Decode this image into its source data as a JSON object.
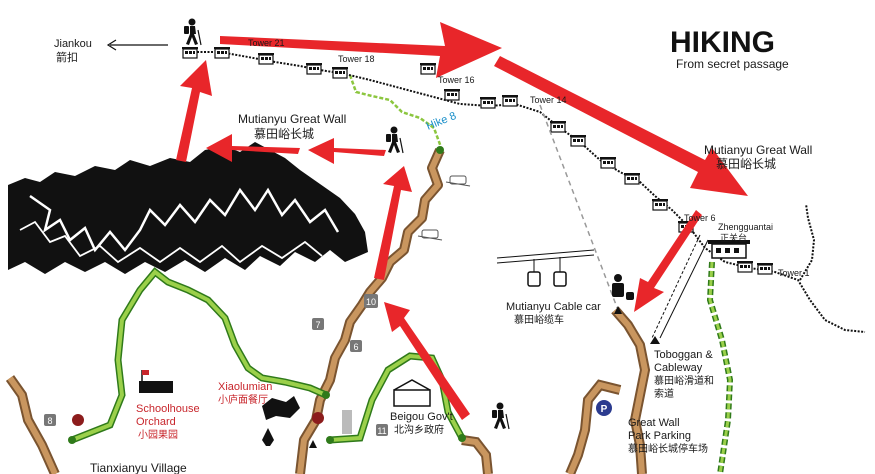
{
  "title": "HIKING",
  "subtitle": "From secret passage",
  "places": {
    "jiankou_en": "Jiankou",
    "jiankou_zh": "箭扣",
    "mutianyu_left_en": "Mutianyu Great Wall",
    "mutianyu_left_zh": "慕田峪长城",
    "mutianyu_right_en": "Mutianyu Great Wall",
    "mutianyu_right_zh": "慕田峪长城",
    "zhengguantai_en": "Zhengguantai",
    "zhengguantai_zh": "正关台",
    "cable_en": "Mutianyu Cable car",
    "cable_zh": "慕田峪缆车",
    "toboggan_en1": "Toboggan &",
    "toboggan_en2": "Cableway",
    "toboggan_zh1": "慕田峪滑道和",
    "toboggan_zh2": "索道",
    "parking_en1": "Great Wall",
    "parking_en2": "Park Parking",
    "parking_zh": "慕田峪长城停车场",
    "xiaolumian_en": "Xiaolumian",
    "xiaolumian_zh": "小庐面餐厅",
    "orchard_en1": "Schoolhouse",
    "orchard_en2": "Orchard",
    "orchard_zh": "小园果园",
    "beigou_en": "Beigou Gov't",
    "beigou_zh": "北沟乡政府",
    "village_en": "Tianxianyu Village",
    "hike": "Hike 8"
  },
  "towers": {
    "t21": "Tower 21",
    "t18": "Tower 18",
    "t16": "Tower 16",
    "t14": "Tower 14",
    "t6": "Tower 6",
    "t1": "Tower 1"
  },
  "markers": {
    "m10": "10",
    "m6": "6",
    "m7": "7",
    "m8": "8",
    "m11": "11",
    "parking": "P"
  },
  "colors": {
    "arrow": "#e8262a",
    "road": "#b07c4a",
    "trail": "#8cc63f",
    "wall": "#1a1a1a",
    "label_red": "#c8262c",
    "label_blue": "#1a8fc9"
  }
}
